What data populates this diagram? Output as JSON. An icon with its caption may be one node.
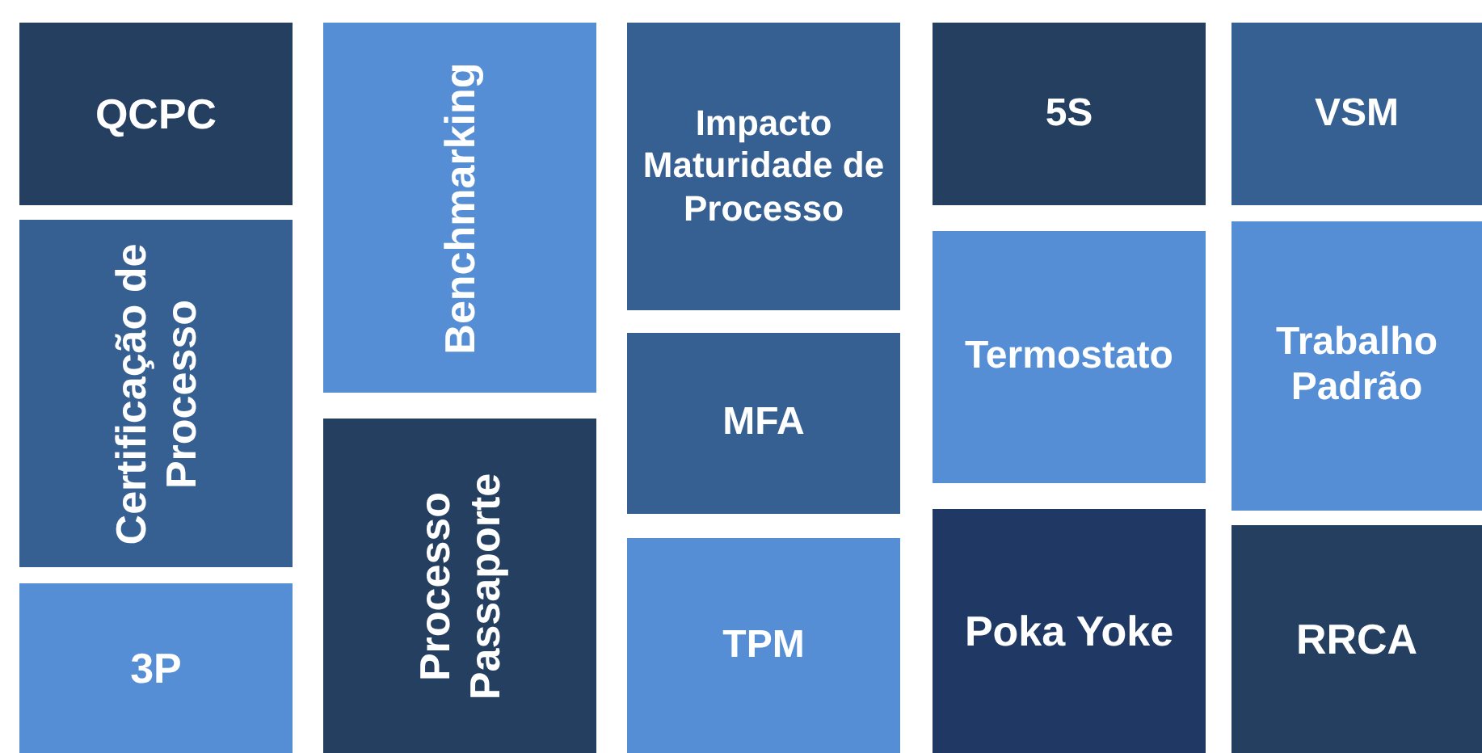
{
  "diagram": {
    "nodes": [
      {
        "text": [
          "QCPC"
        ]
      },
      {
        "text": [
          "Certificação de Processo"
        ]
      },
      {
        "text": [
          "3P"
        ]
      },
      {
        "text": [
          "Benchmarking"
        ]
      },
      {
        "text": [
          "Processo Passaporte"
        ]
      },
      {
        "text": [
          "Impacto Maturidade de Processo"
        ]
      },
      {
        "text": [
          "MFA"
        ]
      },
      {
        "text": [
          "TPM"
        ]
      },
      {
        "text": [
          "5S"
        ]
      },
      {
        "text": [
          "Termostato"
        ]
      },
      {
        "text": [
          "Poka Yoke"
        ]
      },
      {
        "text": [
          "VSM"
        ]
      },
      {
        "text": [
          "Trabalho Padrão"
        ]
      },
      {
        "text": [
          "RRCA"
        ]
      }
    ]
  }
}
